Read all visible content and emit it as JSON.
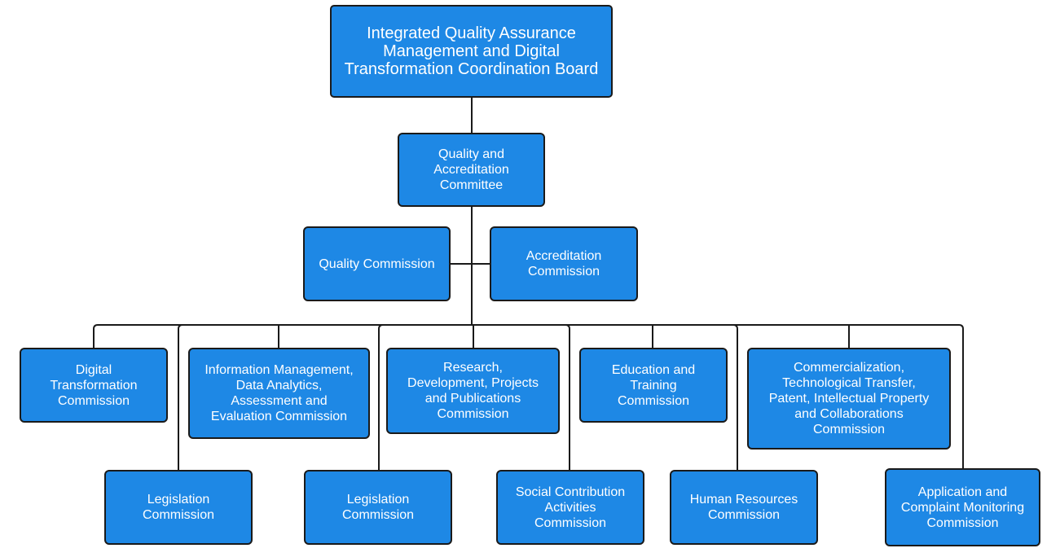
{
  "colors": {
    "node_fill": "#1e88e5",
    "node_border": "#1a1a1a",
    "connector": "#1a1a1a",
    "text": "#ffffff"
  },
  "nodes": {
    "board": "Integrated Quality Assurance\nManagement and Digital\nTransformation Coordination Board",
    "committee": "Quality and\nAccreditation\nCommittee",
    "quality_commission": "Quality Commission",
    "accreditation_commission": "Accreditation\nCommission",
    "digital_transformation": "Digital\nTransformation\nCommission",
    "information_management": "Information Management,\nData Analytics,\nAssessment and\nEvaluation Commission",
    "research_development": "Research,\nDevelopment, Projects\nand Publications\nCommission",
    "education_training": "Education and\nTraining\nCommission",
    "commercialization": "Commercialization,\nTechnological Transfer,\nPatent, Intellectual Property\nand Collaborations\nCommission",
    "legislation_1": "Legislation\nCommission",
    "legislation_2": "Legislation\nCommission",
    "social_contribution": "Social Contribution\nActivities\nCommission",
    "human_resources": "Human Resources\nCommission",
    "application_complaint": "Application and\nComplaint Monitoring\nCommission"
  }
}
